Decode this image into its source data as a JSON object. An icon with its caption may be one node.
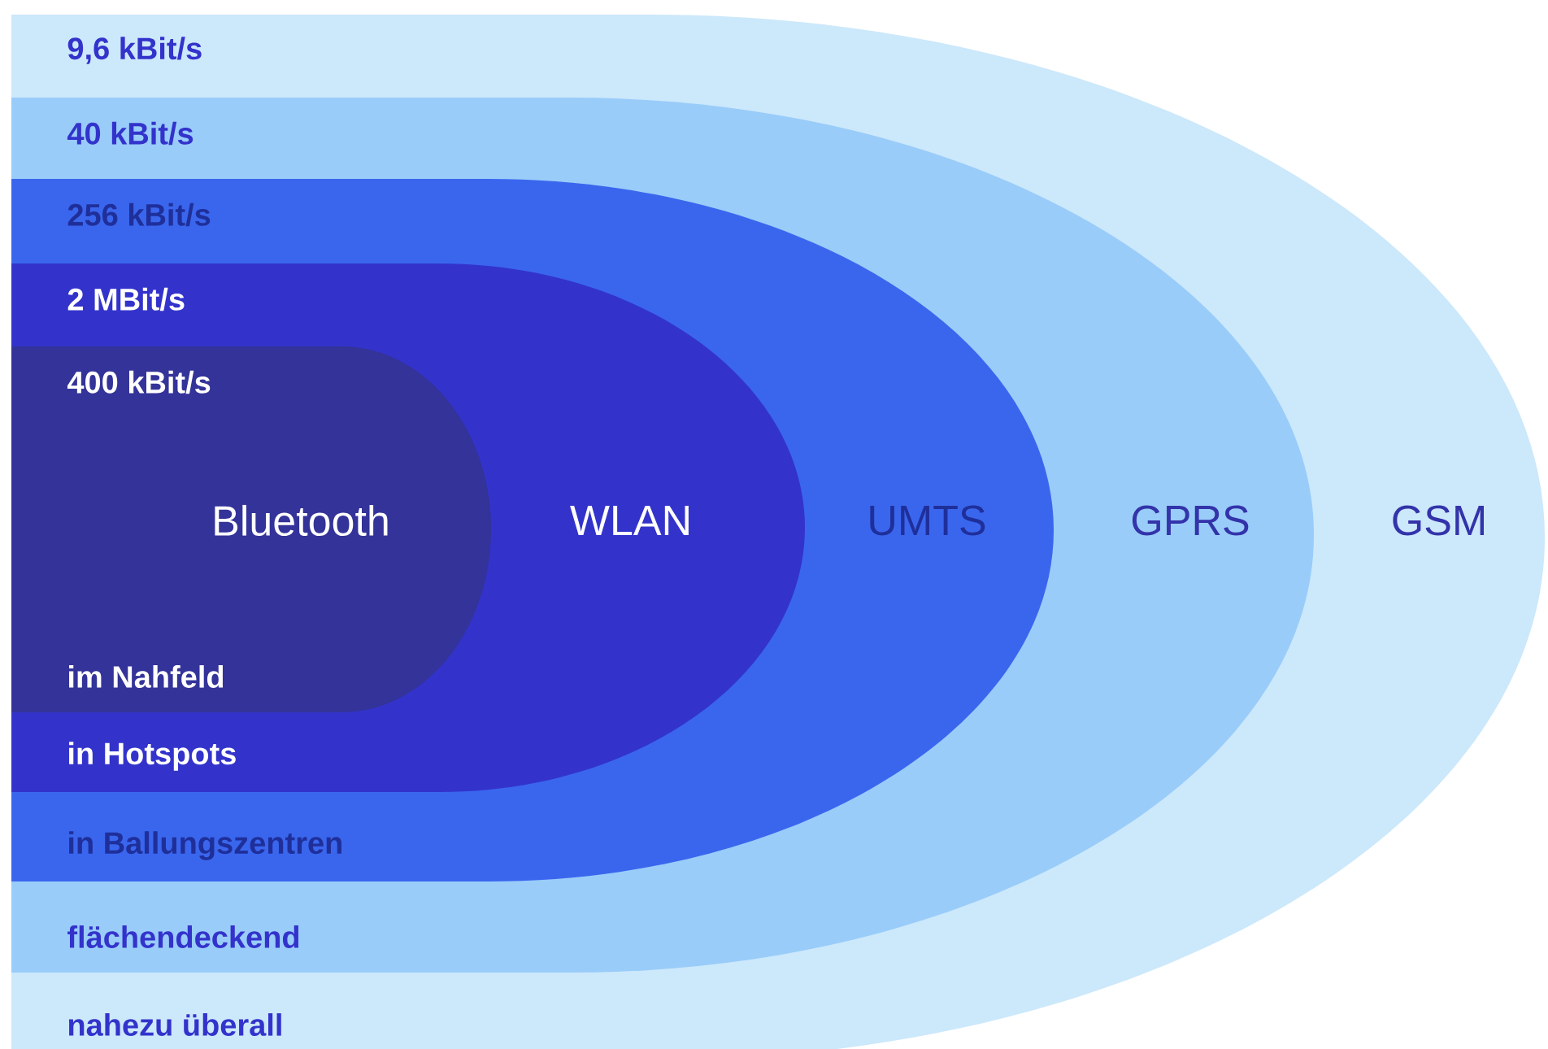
{
  "diagram": {
    "nodes": [
      {
        "text": [
          "9,6 kBit/s",
          "GSM",
          "nahezu überall"
        ]
      },
      {
        "text": [
          "40 kBit/s",
          "GPRS",
          "flächendeckend"
        ],
        "in": 0
      },
      {
        "text": [
          "256 kBit/s",
          "UMTS",
          "in Ballungszentren"
        ],
        "in": 1
      },
      {
        "text": [
          "2 MBit/s",
          "WLAN",
          "in Hotspots"
        ],
        "in": 2
      },
      {
        "text": [
          "400 kBit/s",
          "Bluetooth",
          "im Nahfeld"
        ],
        "in": 3
      }
    ]
  }
}
